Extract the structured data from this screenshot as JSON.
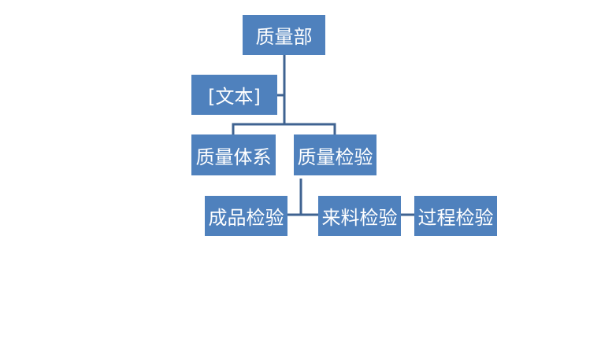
{
  "org_chart": {
    "root": {
      "label": "质量部"
    },
    "assistant": {
      "label": "[文本]"
    },
    "level1": [
      {
        "label": "质量体系"
      },
      {
        "label": "质量检验"
      }
    ],
    "level2": [
      {
        "label": "成品检验"
      },
      {
        "label": "来料检验"
      },
      {
        "label": "过程检验"
      }
    ]
  },
  "colors": {
    "node_fill": "#4f81bd",
    "connector": "#3f6391",
    "text": "#ffffff"
  }
}
